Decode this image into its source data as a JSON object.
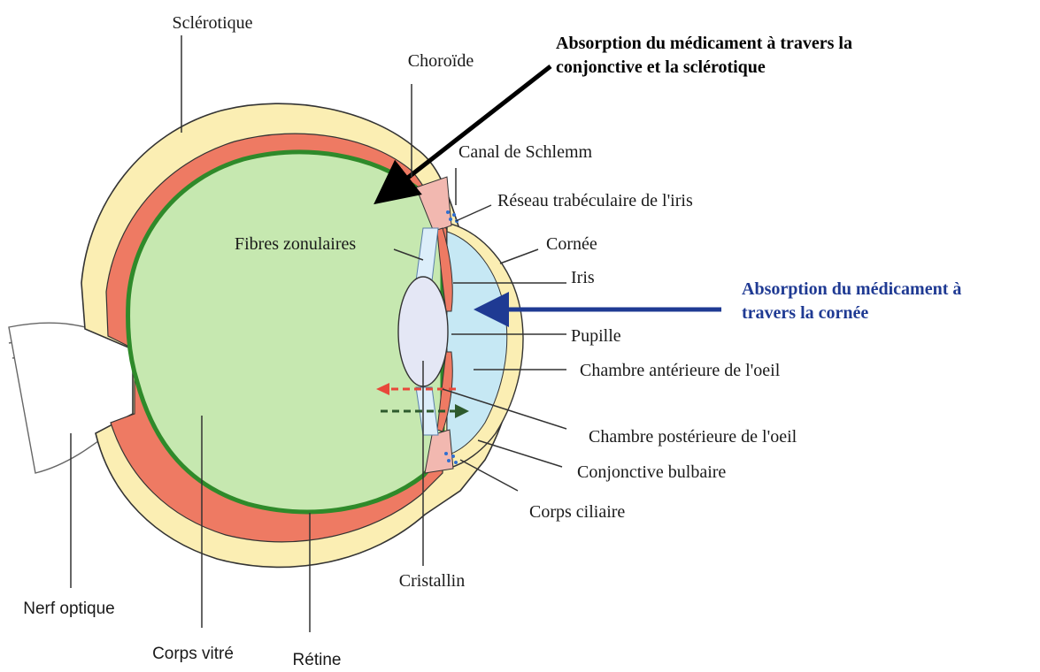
{
  "labels": {
    "sclerotique": "Sclérotique",
    "choroide": "Choroïde",
    "canal_schlemm": "Canal de Schlemm",
    "reseau_trabeculaire": "Réseau trabéculaire de l'iris",
    "fibres_zonulaires": "Fibres zonulaires",
    "cornee": "Cornée",
    "iris": "Iris",
    "pupille": "Pupille",
    "chambre_anterieure": "Chambre antérieure de l'oeil",
    "chambre_posterieure": "Chambre postérieure de l'oeil",
    "conjonctive_bulbaire": "Conjonctive bulbaire",
    "corps_ciliaire": "Corps ciliaire",
    "cristallin": "Cristallin",
    "nerf_optique": "Nerf optique",
    "corps_vitre": "Corps vitré",
    "retine": "Rétine"
  },
  "annotations": {
    "sclera_route_line1": "Absorption du médicament à travers la",
    "sclera_route_line2": "conjonctive et la sclérotique",
    "cornea_route_line1": "Absorption du médicament à",
    "cornea_route_line2": "travers la cornée"
  },
  "colors": {
    "sclera": "#fbeeb3",
    "choroid": "#ee7a63",
    "retina": "#2f8a2a",
    "vitreous": "#c6e8b0",
    "lens": "#e4e7f5",
    "anterior_chamber": "#c6e8f4",
    "iris": "#ee7a63",
    "trabecular": "#f2b8b0",
    "sclera_arrow": "#000000",
    "cornea_arrow": "#1f3a93",
    "outflow_arrow": "#e8483a",
    "inflow_arrow": "#2d5a2d"
  }
}
